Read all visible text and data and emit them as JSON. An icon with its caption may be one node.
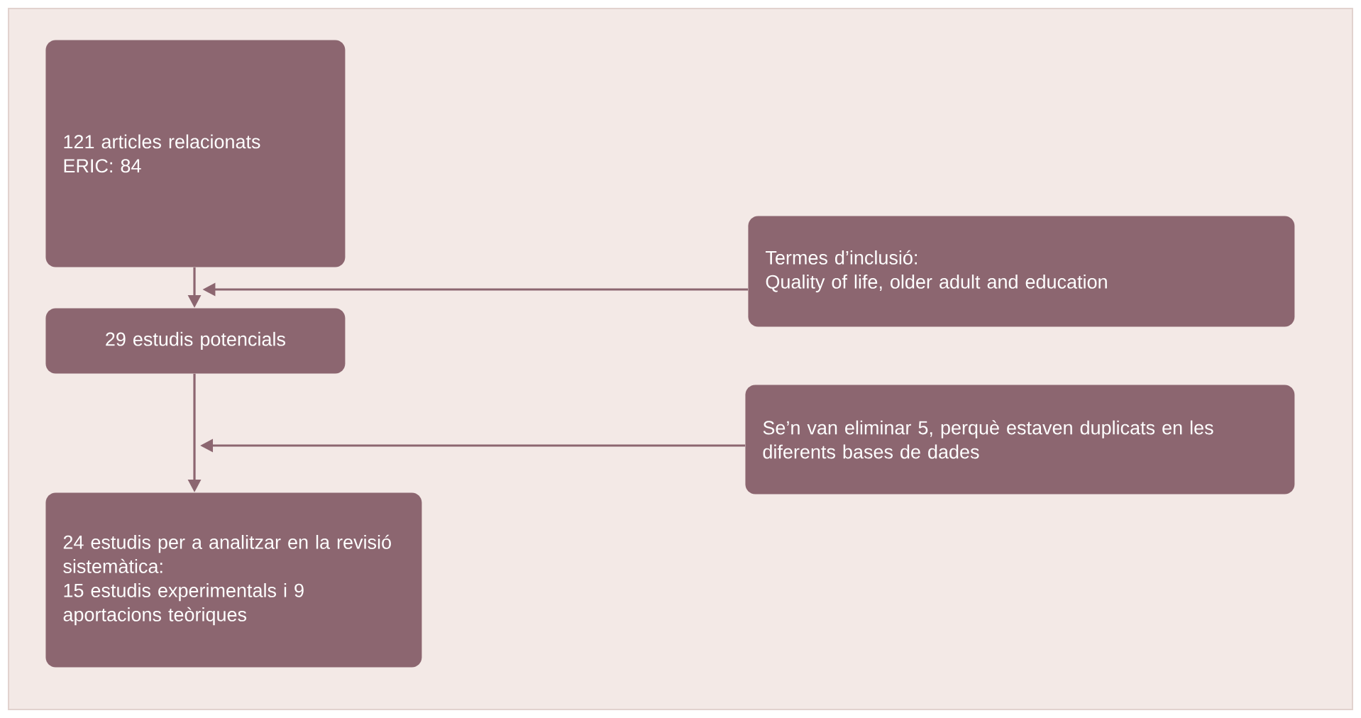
{
  "diagram": {
    "nodes": [
      {
        "text": [
          "121 articles relacionats",
          "ERIC: 84"
        ]
      },
      {
        "text": [
          "29 estudis potencials"
        ]
      },
      {
        "text": [
          "24 estudis per a analitzar en la revisió sistemàtica:",
          "15 estudis experimentals i 9 aportacions teòriques"
        ]
      },
      {
        "text": [
          "Termes d’inclusió:",
          "Quality of life, older adult and education"
        ]
      },
      {
        "text": [
          "Se’n van eliminar 5, perquè estaven duplicats en les diferents bases de dades"
        ]
      }
    ],
    "edges": [
      {
        "from": 0,
        "to": 1,
        "arrow": "to"
      },
      {
        "from": 3,
        "to": 1,
        "arrow": "to"
      },
      {
        "from": 1,
        "to": 2,
        "arrow": "to"
      },
      {
        "from": 4,
        "to": null,
        "arrow": "to"
      }
    ]
  }
}
